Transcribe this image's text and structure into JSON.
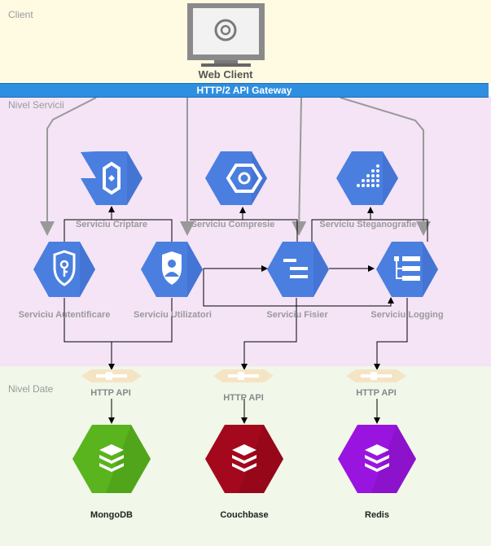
{
  "zones": {
    "client": "Client",
    "services": "Nivel Servicii",
    "data": "Nivel Date"
  },
  "gateway": "HTTP/2 API Gateway",
  "web_client": "Web Client",
  "services": {
    "criptare": "Serviciu Criptare",
    "compresie": "Serviciu Compresie",
    "steganografie": "Serviciu Steganografie",
    "autentificare": "Serviciu Autentificare",
    "utilizatori": "Serviciu Utilizatori",
    "fisier": "Serviciu Fisier",
    "logging": "Serviciu Logging"
  },
  "http_api": [
    "HTTP API",
    "HTTP API",
    "HTTP API"
  ],
  "databases": {
    "mongodb": "MongoDB",
    "couchbase": "Couchbase",
    "redis": "Redis"
  },
  "colors": {
    "service_blue": "#4a7fe0",
    "mongodb": "#59b41d",
    "couchbase": "#a4081c",
    "redis": "#9a14e0",
    "gateway": "#2e8ee0"
  }
}
